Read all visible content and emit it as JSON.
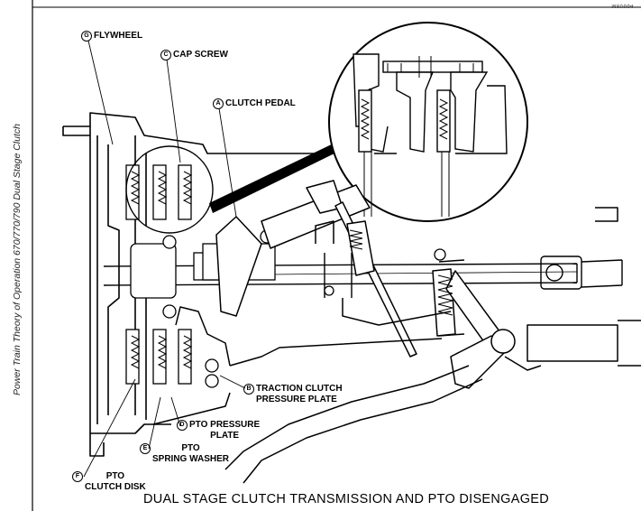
{
  "side_title": "Power Train Theory of Operation 670/770/790 Dual Stage Clutch",
  "ref_code": "M80664",
  "caption": "DUAL STAGE CLUTCH TRANSMISSION AND PTO DISENGAGED",
  "callouts": {
    "flywheel": {
      "letter": "G",
      "label": "FLYWHEEL"
    },
    "cap_screw": {
      "letter": "C",
      "label": "CAP SCREW"
    },
    "clutch_pedal": {
      "letter": "A",
      "label": "CLUTCH PEDAL"
    },
    "traction_plate": {
      "letter": "B",
      "line1": "TRACTION CLUTCH",
      "line2": "PRESSURE PLATE"
    },
    "pto_pressure_plate": {
      "letter": "D",
      "line1": "PTO PRESSURE",
      "line2": "PLATE"
    },
    "pto_spring_washer": {
      "letter": "E",
      "line1": "PTO",
      "line2": "SPRING WASHER"
    },
    "pto_clutch_disk": {
      "letter": "F",
      "line1": "PTO",
      "line2": "CLUTCH DISK"
    }
  }
}
